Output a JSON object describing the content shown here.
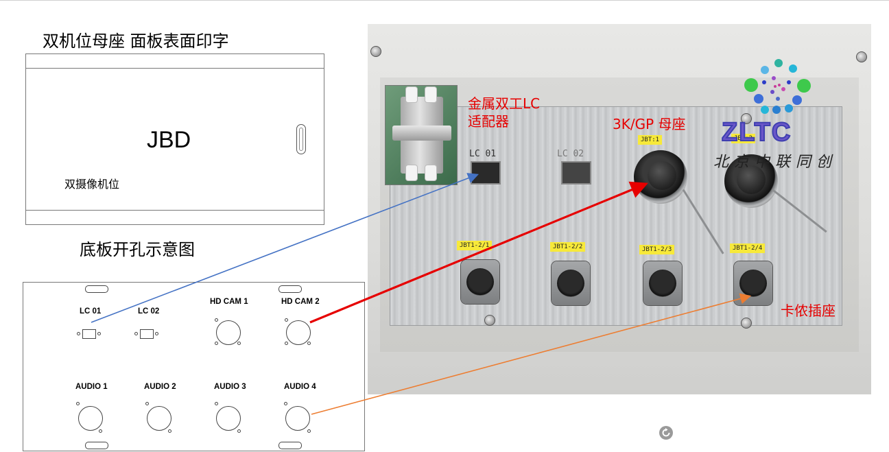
{
  "front_panel": {
    "title": "双机位母座 面板表面印字",
    "label": "JBD",
    "sublabel": "双摄像机位"
  },
  "bottom_plate": {
    "title": "底板开孔示意图",
    "labels": {
      "lc01": "LC 01",
      "lc02": "LC 02",
      "hdcam1": "HD CAM 1",
      "hdcam2": "HD CAM 2",
      "audio1": "AUDIO 1",
      "audio2": "AUDIO 2",
      "audio3": "AUDIO 3",
      "audio4": "AUDIO 4"
    }
  },
  "photo": {
    "lc_labels": [
      "LC 01",
      "LC 02"
    ],
    "tags": {
      "jbt1": "JBT:1",
      "jbt2": "JBT:2",
      "jbt1_1": "JBT1-2/1",
      "jbt1_2": "JBT1-2/2",
      "jbt1_3": "JBT1-2/3",
      "jbt1_4": "JBT1-2/4"
    },
    "logo_text": "ZLTC",
    "logo_cn": "北京中联同创"
  },
  "callouts": {
    "lc_adapter_line1": "金属双工LC",
    "lc_adapter_line2": "适配器",
    "gp_socket": "3K/GP  母座",
    "xlr_socket": "卡侬插座"
  },
  "colors": {
    "blue_arrow": "#4472c4",
    "red_arrow": "#e60000",
    "orange_arrow": "#ed7d31",
    "callout_text": "#e60000"
  }
}
